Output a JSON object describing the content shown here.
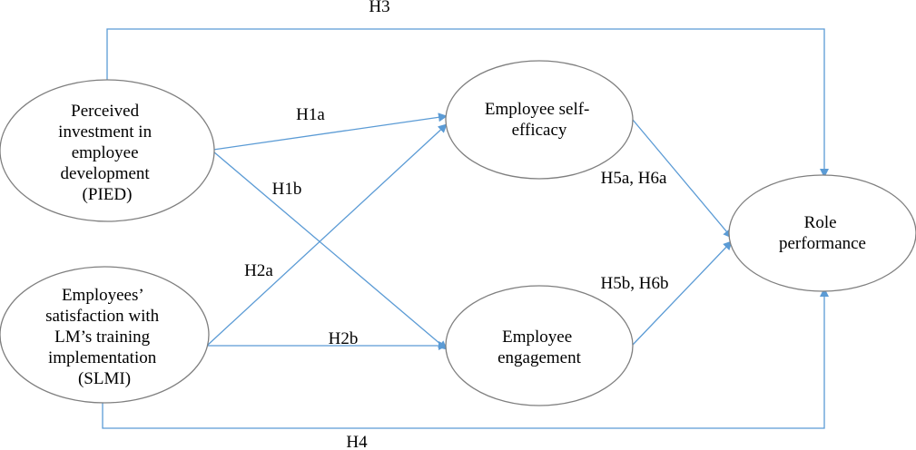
{
  "colors": {
    "arrow": "#5b9bd5",
    "node_border": "#7f7f7f",
    "text": "#000000"
  },
  "nodes": {
    "pied": {
      "lines": [
        "Perceived",
        "investment in",
        "employee",
        "development",
        "(PIED)"
      ]
    },
    "slmi": {
      "lines": [
        "Employees’",
        "satisfaction with",
        "LM’s training",
        "implementation",
        "(SLMI)"
      ]
    },
    "self_efficacy": {
      "lines": [
        "Employee self-",
        "efficacy"
      ]
    },
    "engagement": {
      "lines": [
        "Employee",
        "engagement"
      ]
    },
    "role_performance": {
      "lines": [
        "Role",
        "performance"
      ]
    }
  },
  "edges": {
    "h1a": "H1a",
    "h1b": "H1b",
    "h2a": "H2a",
    "h2b": "H2b",
    "h3": "H3",
    "h4": "H4",
    "h5a_h6a": "H5a, H6a",
    "h5b_h6b": "H5b, H6b"
  }
}
